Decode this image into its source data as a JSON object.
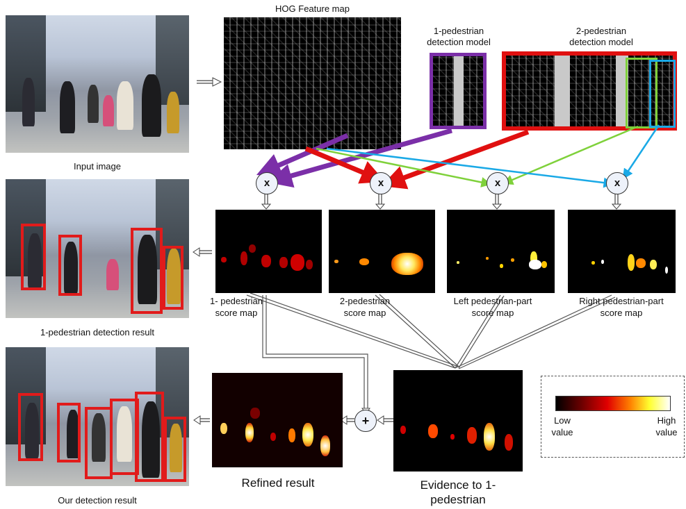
{
  "labels": {
    "hog_title": "HOG Feature map",
    "model1_title_l1": "1-pedestrian",
    "model1_title_l2": "detection model",
    "model2_title_l1": "2-pedestrian",
    "model2_title_l2": "detection model",
    "input_image": "Input image",
    "det1_result": "1-pedestrian detection result",
    "our_result": "Our detection result",
    "score1_l1": "1- pedestrian",
    "score1_l2": "score map",
    "score2_l1": "2-pedestrian",
    "score2_l2": "score map",
    "score3_l1": "Left pedestrian-part",
    "score3_l2": "score map",
    "score4_l1": "Right pedestrian-part",
    "score4_l2": "score map",
    "refined": "Refined result",
    "evidence_l1": "Evidence to 1-",
    "evidence_l2": "pedestrian",
    "legend_low_l1": "Low",
    "legend_low_l2": "value",
    "legend_high_l1": "High",
    "legend_high_l2": "value"
  },
  "operators": {
    "multiply": "x",
    "add": "+"
  },
  "colors": {
    "model1_border": "#7b2fa8",
    "model2_border": "#e01010",
    "left_part": "#7fd13b",
    "right_part": "#1aa9e6",
    "detection_box": "#e11b1b"
  }
}
